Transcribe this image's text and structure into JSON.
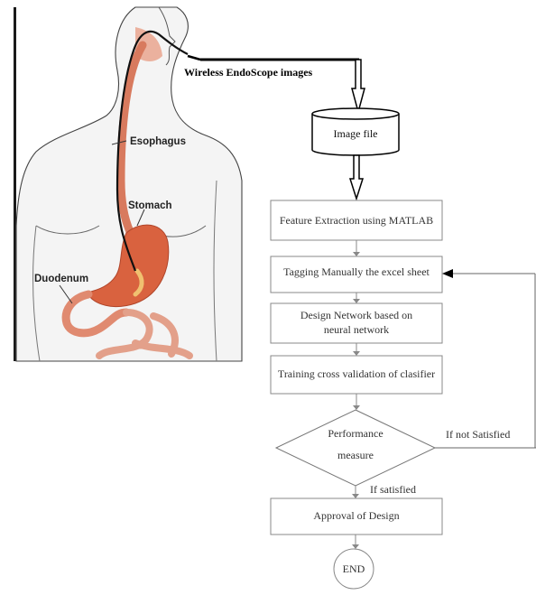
{
  "anatomy": {
    "esophagus_label": "Esophagus",
    "stomach_label": "Stomach",
    "duodenum_label": "Duodenum"
  },
  "flow": {
    "source_label": "Wireless EndoScope images",
    "image_file": "Image file",
    "step_feature": "Feature Extraction using MATLAB",
    "step_tagging": "Tagging Manually  the excel sheet",
    "step_design_line1": "Design Network based on",
    "step_design_line2": "neural network",
    "step_training": "Training cross validation of clasifier",
    "decision_line1": "Performance",
    "decision_line2": "measure",
    "if_not_satisfied": "If not Satisfied",
    "if_satisfied": "If satisfied",
    "step_approval": "Approval of Design",
    "end": "END"
  },
  "colors": {
    "box_border": "#888888",
    "line": "#000000",
    "skin": "#f3f3f3",
    "organ": "#d9623f"
  }
}
